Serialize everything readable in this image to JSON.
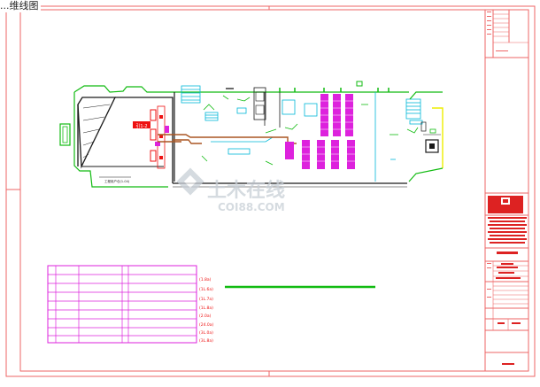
{
  "corner_title": "...维线图",
  "colors": {
    "frame": "#ee6666",
    "wall": "#1a1a1a",
    "green": "#11bb11",
    "magenta": "#dd22dd",
    "cyan": "#00b8d8",
    "red": "#ee1111",
    "brown": "#aa5522",
    "yellow": "#eeee00",
    "watermark": "#c8cfd6"
  },
  "legend": {
    "row_count": 8,
    "labels": [
      "(1.8a)",
      "(1L.6a)",
      "(1L.7a)",
      "(1L.8a)",
      "(2.0a)",
      "(24.0a)",
      "(3L.0a)",
      "(3L.8a)"
    ]
  },
  "watermark": {
    "main": "土木在线",
    "sub": "COI88.COM"
  },
  "site_note": "工程用户仓(1-04)",
  "red_tag": "引1-2"
}
